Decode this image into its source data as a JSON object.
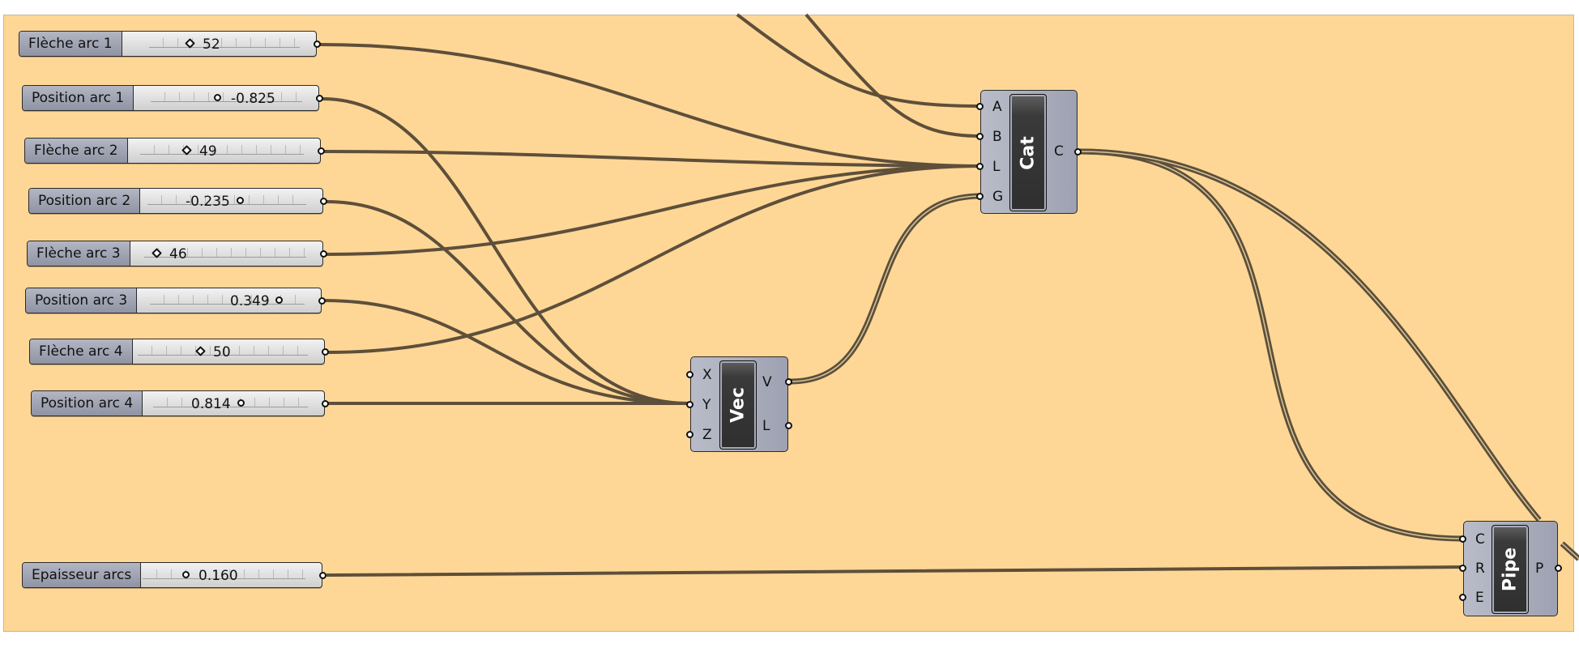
{
  "sliders": [
    {
      "label": "Flèche arc 1",
      "value": "52",
      "fraction": 0.3,
      "grip": "diamond"
    },
    {
      "label": "Position arc 1",
      "value": "-0.825",
      "fraction": 0.45,
      "grip": "circle"
    },
    {
      "label": "Flèche arc 2",
      "value": "49",
      "fraction": 0.28,
      "grip": "diamond"
    },
    {
      "label": "Position arc 2",
      "value": "-0.235",
      "fraction": 0.55,
      "grip": "circle"
    },
    {
      "label": "Flèche arc 3",
      "value": "46",
      "fraction": 0.08,
      "grip": "diamond"
    },
    {
      "label": "Position arc 3",
      "value": "0.349",
      "fraction": 0.78,
      "grip": "circle"
    },
    {
      "label": "Flèche arc 4",
      "value": "50",
      "fraction": 0.35,
      "grip": "diamond"
    },
    {
      "label": "Position arc 4",
      "value": "0.814",
      "fraction": 0.52,
      "grip": "circle"
    },
    {
      "label": "Epaisseur arcs",
      "value": "0.160",
      "fraction": 0.25,
      "grip": "circle"
    }
  ],
  "components": {
    "cat": {
      "name": "Cat",
      "inputs": [
        "A",
        "B",
        "L",
        "G"
      ],
      "outputs": [
        "C"
      ]
    },
    "vec": {
      "name": "Vec",
      "inputs": [
        "X",
        "Y",
        "Z"
      ],
      "outputs": [
        "V",
        "L"
      ]
    },
    "pipe": {
      "name": "Pipe",
      "inputs": [
        "C",
        "R",
        "E"
      ],
      "outputs": [
        "P"
      ]
    }
  },
  "colors": {
    "canvas": "#fed796",
    "wire": "#5e4f3a",
    "wire_highlight": "#d7c79a"
  }
}
